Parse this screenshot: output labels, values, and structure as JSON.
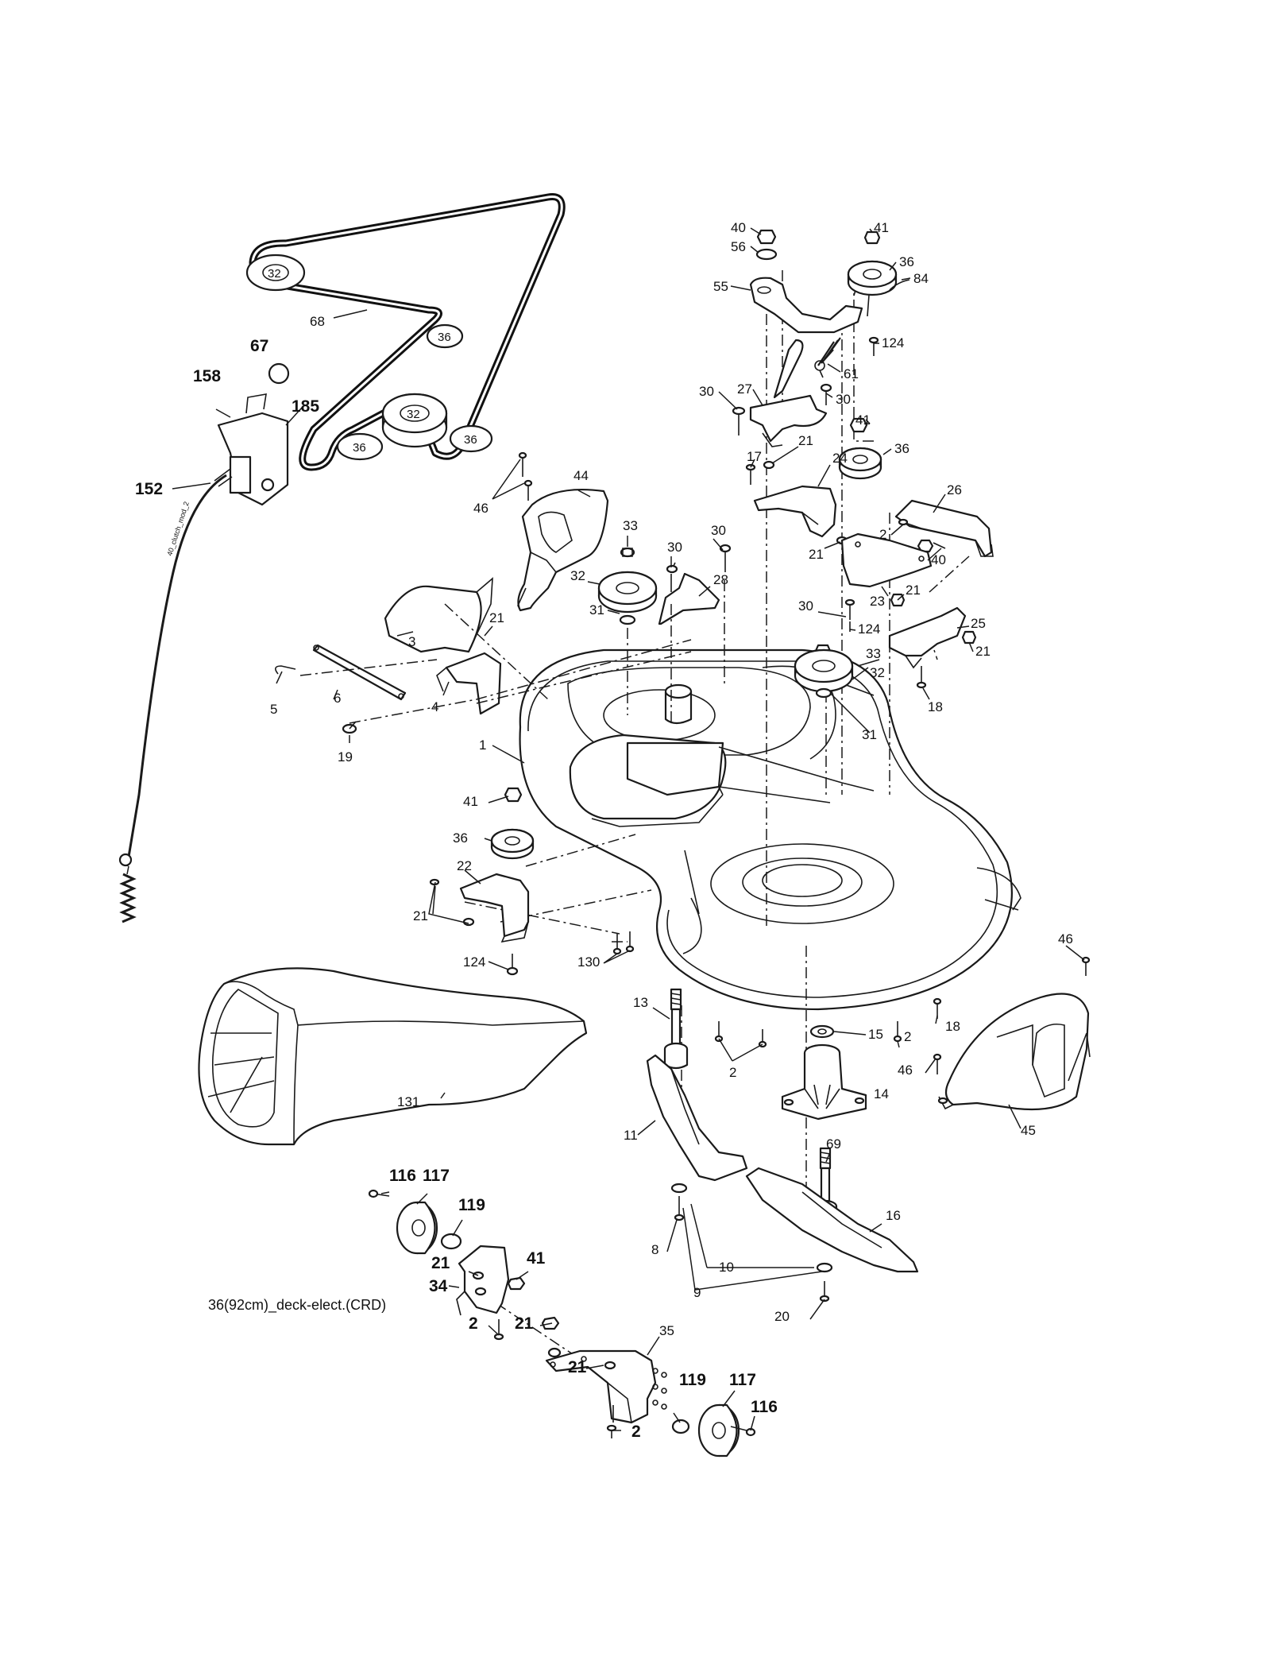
{
  "caption": "36(92cm)_deck-elect.(CRD)",
  "cable_tag": "40_clutch_mod_2",
  "pulley_labels": {
    "p32_left": "32",
    "p36_mid": "36",
    "p32_center": "32",
    "p36_left": "36",
    "p36_right": "36"
  },
  "callouts": [
    {
      "id": "c68",
      "text": "68"
    },
    {
      "id": "c67",
      "text": "67"
    },
    {
      "id": "c158",
      "text": "158"
    },
    {
      "id": "c185",
      "text": "185"
    },
    {
      "id": "c152",
      "text": "152"
    },
    {
      "id": "c46a",
      "text": "46"
    },
    {
      "id": "c44",
      "text": "44"
    },
    {
      "id": "c33a",
      "text": "33"
    },
    {
      "id": "c30a",
      "text": "30"
    },
    {
      "id": "c30b",
      "text": "30"
    },
    {
      "id": "c28",
      "text": "28"
    },
    {
      "id": "c32a",
      "text": "32"
    },
    {
      "id": "c31a",
      "text": "31"
    },
    {
      "id": "c3",
      "text": "3"
    },
    {
      "id": "c21a",
      "text": "21"
    },
    {
      "id": "c5",
      "text": "5"
    },
    {
      "id": "c6",
      "text": "6"
    },
    {
      "id": "c4",
      "text": "4"
    },
    {
      "id": "c19",
      "text": "19"
    },
    {
      "id": "c1",
      "text": "1"
    },
    {
      "id": "c40a",
      "text": "40"
    },
    {
      "id": "c56",
      "text": "56"
    },
    {
      "id": "c41a",
      "text": "41"
    },
    {
      "id": "c36a",
      "text": "36"
    },
    {
      "id": "c84",
      "text": "84"
    },
    {
      "id": "c55",
      "text": "55"
    },
    {
      "id": "c124a",
      "text": "124"
    },
    {
      "id": "c61",
      "text": "61"
    },
    {
      "id": "c30c",
      "text": "30"
    },
    {
      "id": "c27",
      "text": "27"
    },
    {
      "id": "c30d",
      "text": "30"
    },
    {
      "id": "c41b",
      "text": "41"
    },
    {
      "id": "c36b",
      "text": "36"
    },
    {
      "id": "c21b",
      "text": "21"
    },
    {
      "id": "c17",
      "text": "17"
    },
    {
      "id": "c24",
      "text": "24"
    },
    {
      "id": "c26",
      "text": "26"
    },
    {
      "id": "c2a",
      "text": "2"
    },
    {
      "id": "c21c",
      "text": "21"
    },
    {
      "id": "c40b",
      "text": "40"
    },
    {
      "id": "c23",
      "text": "23"
    },
    {
      "id": "c21d",
      "text": "21"
    },
    {
      "id": "c30e",
      "text": "30"
    },
    {
      "id": "c124b",
      "text": "124"
    },
    {
      "id": "c25",
      "text": "25"
    },
    {
      "id": "c21e",
      "text": "21"
    },
    {
      "id": "c33b",
      "text": "33"
    },
    {
      "id": "c32b",
      "text": "32"
    },
    {
      "id": "c31b",
      "text": "31"
    },
    {
      "id": "c18a",
      "text": "18"
    },
    {
      "id": "c41c",
      "text": "41"
    },
    {
      "id": "c36c",
      "text": "36"
    },
    {
      "id": "c22",
      "text": "22"
    },
    {
      "id": "c21f",
      "text": "21"
    },
    {
      "id": "c124c",
      "text": "124"
    },
    {
      "id": "c130",
      "text": "130"
    },
    {
      "id": "c46b",
      "text": "46"
    },
    {
      "id": "c13",
      "text": "13"
    },
    {
      "id": "c15",
      "text": "15"
    },
    {
      "id": "c2b",
      "text": "2"
    },
    {
      "id": "c18b",
      "text": "18"
    },
    {
      "id": "c2c",
      "text": "2"
    },
    {
      "id": "c46c",
      "text": "46"
    },
    {
      "id": "c14",
      "text": "14"
    },
    {
      "id": "c45",
      "text": "45"
    },
    {
      "id": "c131",
      "text": "131"
    },
    {
      "id": "c11",
      "text": "11"
    },
    {
      "id": "c69",
      "text": "69"
    },
    {
      "id": "c16",
      "text": "16"
    },
    {
      "id": "c116a",
      "text": "116"
    },
    {
      "id": "c117a",
      "text": "117"
    },
    {
      "id": "c119a",
      "text": "119"
    },
    {
      "id": "c21g",
      "text": "21"
    },
    {
      "id": "c41d",
      "text": "41"
    },
    {
      "id": "c34",
      "text": "34"
    },
    {
      "id": "c8",
      "text": "8"
    },
    {
      "id": "c10",
      "text": "10"
    },
    {
      "id": "c9",
      "text": "9"
    },
    {
      "id": "c2d",
      "text": "2"
    },
    {
      "id": "c21h",
      "text": "21"
    },
    {
      "id": "c35",
      "text": "35"
    },
    {
      "id": "c20",
      "text": "20"
    },
    {
      "id": "c21i",
      "text": "21"
    },
    {
      "id": "c119b",
      "text": "119"
    },
    {
      "id": "c117b",
      "text": "117"
    },
    {
      "id": "c116b",
      "text": "116"
    },
    {
      "id": "c2e",
      "text": "2"
    }
  ]
}
